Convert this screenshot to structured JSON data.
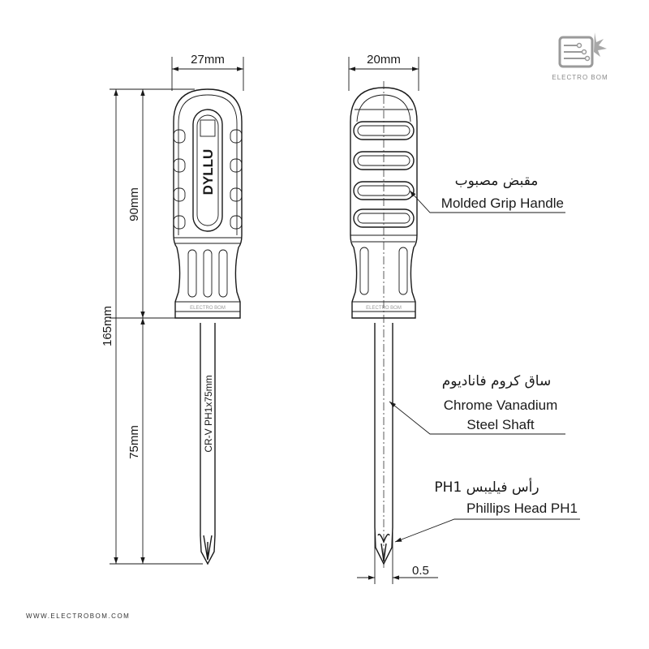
{
  "dimensions": {
    "handle_width_front": "27mm",
    "handle_width_side": "20mm",
    "total_length": "165mm",
    "handle_length": "90mm",
    "shaft_length": "75mm",
    "tip_offset": "0.5"
  },
  "handle_brand": "DYLLU",
  "handle_imprint": "ELECTRO BOM",
  "shaft_marking": "CR-V  PH1x75mm",
  "callouts": {
    "grip": {
      "arabic": "مقبض مصبوب",
      "english": "Molded Grip Handle"
    },
    "shaft": {
      "arabic": "ساق كروم فاناديوم",
      "english_line1": "Chrome Vanadium",
      "english_line2": "Steel Shaft"
    },
    "tip": {
      "arabic": "رأس فيليبس PH1",
      "english": "Phillips Head PH1"
    }
  },
  "logo": {
    "text": "ELECTRO BOM",
    "color": "#9a9a9a"
  },
  "footer": {
    "url": "WWW.ELECTROBOM.COM"
  }
}
